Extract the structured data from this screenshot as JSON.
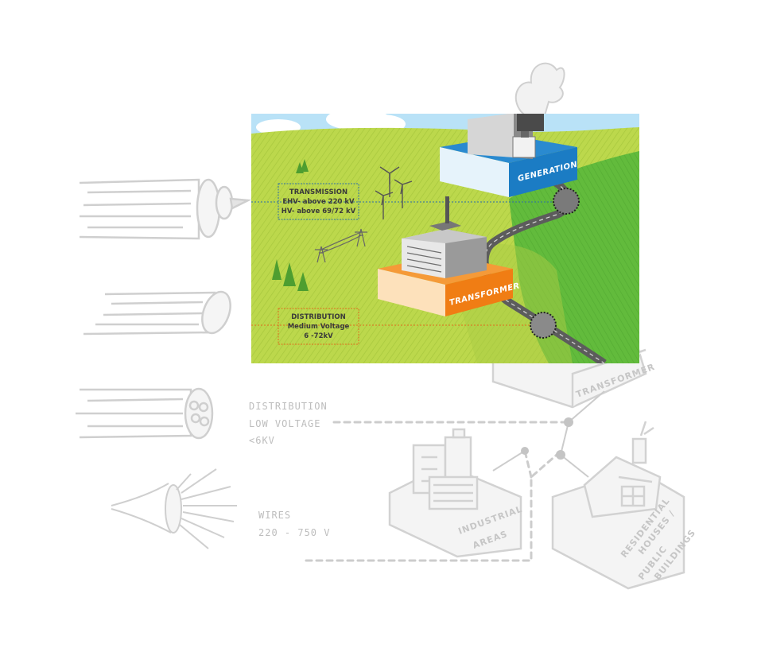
{
  "colors": {
    "generation": "#1b7cc4",
    "transformer": "#f07d14",
    "grass": "#b9d64a",
    "hill": "#5db83a",
    "sky": "#b9e2f7",
    "sketch": "#c8c8c8"
  },
  "labels": {
    "generation": "GENERATION",
    "transformer": "TRANSFORMER",
    "transmission": {
      "title": "TRANSMISSION",
      "line1": "EHV- above 220 kV",
      "line2": "HV- above 69/72 kV"
    },
    "distribution_medium": {
      "title": "DISTRIBUTION",
      "line1": "Medium Voltage",
      "line2": "6 -72kV"
    },
    "distribution_low": {
      "line1": "DISTRIBUTION",
      "line2": "LOW VOLTAGE",
      "line3": "<6KV"
    },
    "wires": {
      "line1": "WIRES",
      "line2": "220 - 750 V"
    },
    "sketch_transformer": "TRANSFORMER",
    "industrial": {
      "line1": "INDUSTRIAL",
      "line2": "AREAS"
    },
    "residential": {
      "line1": "RESIDENTIAL",
      "line2": "HOUSES /",
      "line3": "PUBLIC",
      "line4": "BUILDINGS"
    }
  }
}
